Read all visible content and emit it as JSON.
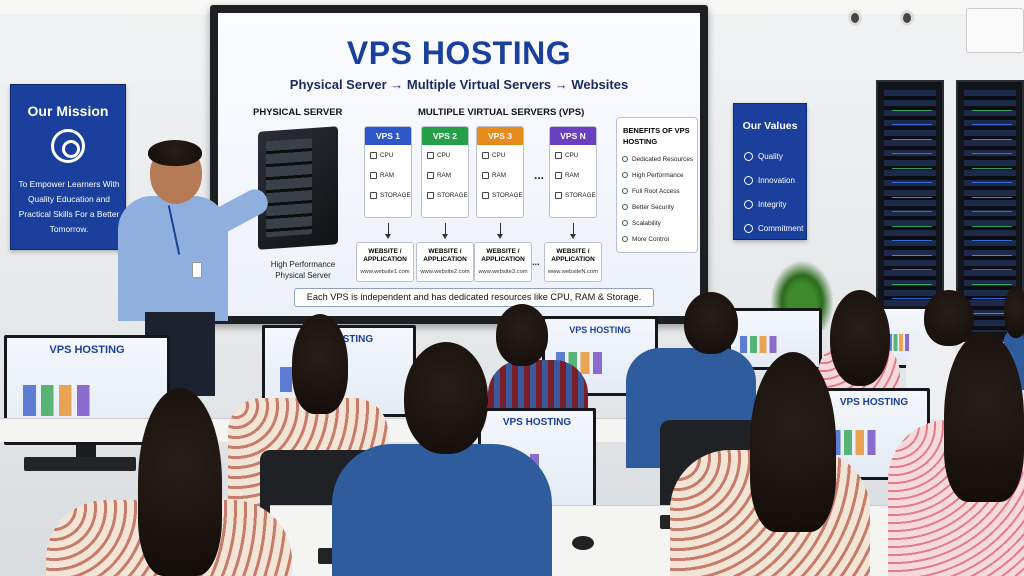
{
  "mission_poster": {
    "title": "Our Mission",
    "text": "To Empower Learners With Quality Education and Practical Skills For a Better Tomorrow."
  },
  "values_poster": {
    "title": "Our Values",
    "items": [
      {
        "label": "Quality",
        "icon": "medal-icon"
      },
      {
        "label": "Innovation",
        "icon": "lightbulb-icon"
      },
      {
        "label": "Integrity",
        "icon": "shield-icon"
      },
      {
        "label": "Commitment",
        "icon": "handshake-icon"
      }
    ]
  },
  "slide": {
    "title": "VPS HOSTING",
    "subtitle": "Physical Server → Multiple Virtual Servers → Websites",
    "physical_server_label": "PHYSICAL SERVER",
    "physical_server_caption": "High Performance Physical Server",
    "vps_section_label": "MULTIPLE VIRTUAL SERVERS (VPS)",
    "vps": [
      {
        "name": "VPS 1",
        "color": "#2e56c8",
        "cpu": "CPU",
        "ram": "RAM",
        "storage": "STORAGE",
        "site_title": "WEBSITE / APPLICATION",
        "site_url": "www.website1.com"
      },
      {
        "name": "VPS 2",
        "color": "#26a048",
        "cpu": "CPU",
        "ram": "RAM",
        "storage": "STORAGE",
        "site_title": "WEBSITE / APPLICATION",
        "site_url": "www.website2.com"
      },
      {
        "name": "VPS 3",
        "color": "#e88b1e",
        "cpu": "CPU",
        "ram": "RAM",
        "storage": "STORAGE",
        "site_title": "WEBSITE / APPLICATION",
        "site_url": "www.website3.com"
      },
      {
        "name": "VPS N",
        "color": "#6a3fc0",
        "cpu": "CPU",
        "ram": "RAM",
        "storage": "STORAGE",
        "site_title": "WEBSITE / APPLICATION",
        "site_url": "www.websiteN.com"
      }
    ],
    "ellipsis": "...",
    "site_ellipsis": "...",
    "benefits_title": "BENEFITS OF VPS HOSTING",
    "benefits": [
      "Dedicated Resources",
      "High Performance",
      "Full Root Access",
      "Better Security",
      "Scalability",
      "More Control"
    ],
    "footnote": "Each VPS is independent and has dedicated resources like CPU, RAM & Storage."
  },
  "student_screens": {
    "title": "VPS HOSTING"
  }
}
